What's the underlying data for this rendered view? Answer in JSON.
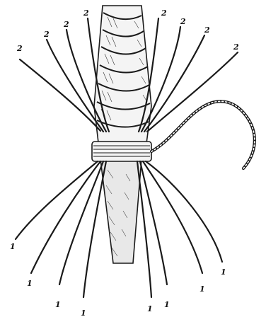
{
  "figure": {
    "top_labels": [
      "2",
      "2",
      "2",
      "2",
      "2",
      "2",
      "2",
      "2"
    ],
    "bottom_labels": [
      "1",
      "1",
      "1",
      "1",
      "1",
      "1",
      "1",
      "1"
    ],
    "colors": {
      "ink": "#1a1a1a",
      "paper": "#ffffff"
    }
  }
}
